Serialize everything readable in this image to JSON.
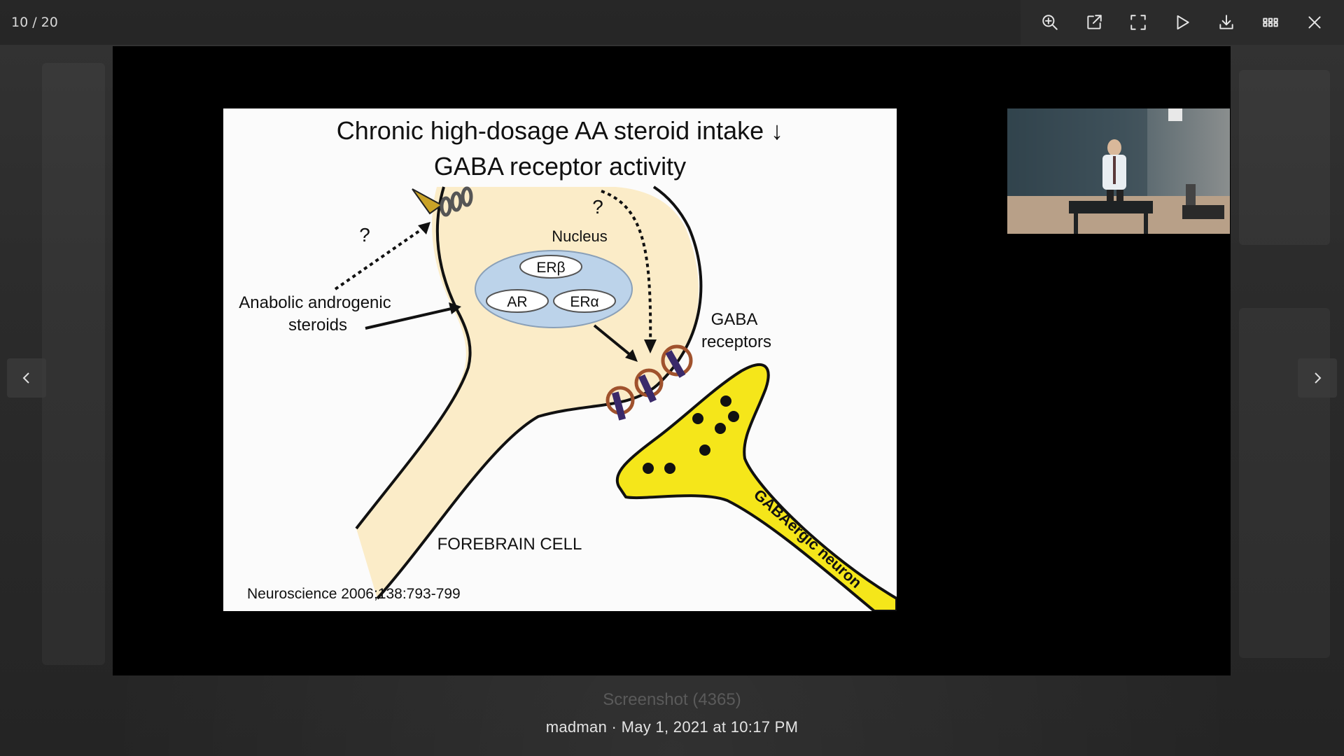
{
  "viewer": {
    "counter": "10 / 20",
    "toolbar": {
      "zoom_in": "zoom-in-icon",
      "open_external": "open-external-icon",
      "fullscreen": "fullscreen-icon",
      "slideshow": "play-icon",
      "download": "download-icon",
      "grid": "grid-icon",
      "close": "close-icon"
    }
  },
  "slide": {
    "title_line1": "Chronic high-dosage AA steroid intake ↓",
    "title_line2": "GABA receptor activity",
    "question_left": "?",
    "question_right": "?",
    "nucleus": "Nucleus",
    "er_beta": "ERβ",
    "ar": "AR",
    "er_alpha": "ERα",
    "steroids_line1": "Anabolic androgenic",
    "steroids_line2": "steroids",
    "gaba_line1": "GABA",
    "gaba_line2": "receptors",
    "gabaergic": "GABAergic neuron",
    "forebrain": "FOREBRAIN CELL",
    "citation": "Neuroscience 2006;138:793-799"
  },
  "caption": {
    "title": "Screenshot (4365)",
    "meta": "madman · May 1, 2021 at 10:17 PM"
  },
  "colors": {
    "cell": "#fbecc8",
    "nucleus": "#bcd3ea",
    "neuron": "#f5e61a",
    "receptor": "#a0522d"
  }
}
